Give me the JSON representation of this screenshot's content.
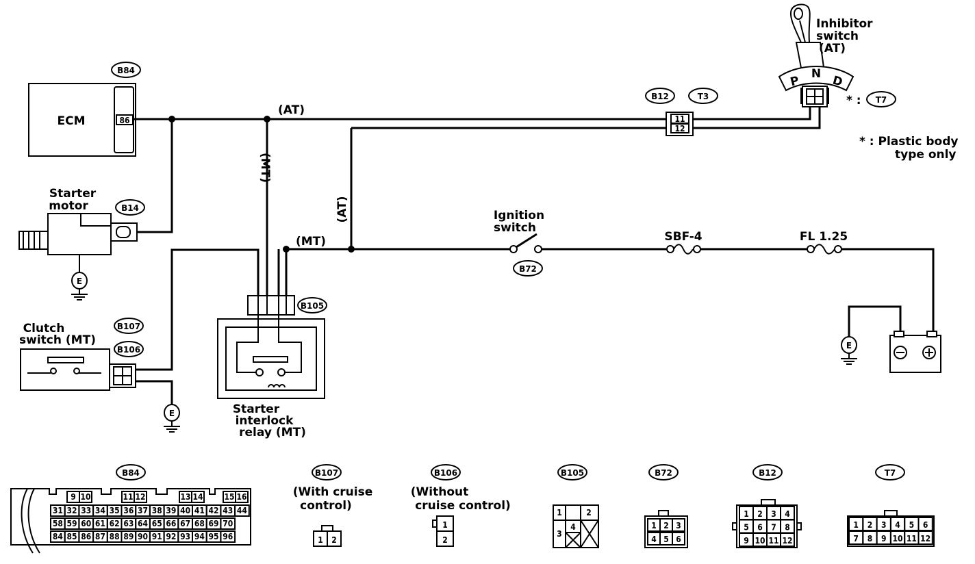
{
  "components": {
    "ecm": "ECM",
    "ecm_pin": "86",
    "starter_motor": [
      "Starter",
      "motor"
    ],
    "clutch_switch": [
      "Clutch",
      "switch (MT)"
    ],
    "relay": [
      "Starter",
      "interlock",
      "relay (MT)"
    ],
    "ignition_switch": [
      "Ignition",
      "switch"
    ],
    "inhibitor_switch": [
      "Inhibitor",
      "switch",
      "(AT)"
    ],
    "gear_letters": [
      "P",
      "N",
      "D"
    ],
    "fuse_sbf": "SBF-4",
    "fuse_fl": "FL 1.25",
    "ground": "E",
    "note_star": "*",
    "note_t7_prefix": "* :",
    "note_plastic": [
      "* : Plastic body",
      "type only"
    ]
  },
  "wire_labels": {
    "at_top": "(AT)",
    "mt_vertical": "(MT)",
    "at_vertical": "(AT)",
    "mt_relay": "(MT)"
  },
  "connectors": {
    "b84": "B84",
    "b14": "B14",
    "b107": "B107",
    "b106": "B106",
    "b105": "B105",
    "b72": "B72",
    "b12": "B12",
    "t3": "T3",
    "t7": "T7",
    "b12_pins": [
      "11",
      "12"
    ]
  },
  "connector_views": {
    "b84": {
      "label": "B84",
      "row1": [
        "9",
        "10",
        "11",
        "12",
        "13",
        "14",
        "15",
        "16"
      ],
      "row2": [
        "31",
        "32",
        "33",
        "34",
        "35",
        "36",
        "37",
        "38",
        "39",
        "40",
        "41",
        "42",
        "43",
        "44"
      ],
      "row3": [
        "58",
        "59",
        "60",
        "61",
        "62",
        "63",
        "64",
        "65",
        "66",
        "67",
        "68",
        "69",
        "70"
      ],
      "row4": [
        "84",
        "85",
        "86",
        "87",
        "88",
        "89",
        "90",
        "91",
        "92",
        "93",
        "94",
        "95",
        "96"
      ]
    },
    "b107": {
      "label": "B107",
      "caption": [
        "(With cruise",
        "control)"
      ],
      "pins": [
        "1",
        "2"
      ]
    },
    "b106": {
      "label": "B106",
      "caption": [
        "(Without",
        "cruise control)"
      ],
      "pins": [
        "1",
        "2"
      ]
    },
    "b105": {
      "label": "B105",
      "pins": [
        "1",
        "2",
        "3",
        "4"
      ]
    },
    "b72": {
      "label": "B72",
      "pins": [
        "1",
        "2",
        "3",
        "4",
        "5",
        "6"
      ]
    },
    "b12": {
      "label": "B12",
      "pins": [
        "1",
        "2",
        "3",
        "4",
        "5",
        "6",
        "7",
        "8",
        "9",
        "10",
        "11",
        "12"
      ]
    },
    "t7": {
      "label": "T7",
      "pins": [
        "1",
        "2",
        "3",
        "4",
        "5",
        "6",
        "7",
        "8",
        "9",
        "10",
        "11",
        "12"
      ]
    }
  }
}
